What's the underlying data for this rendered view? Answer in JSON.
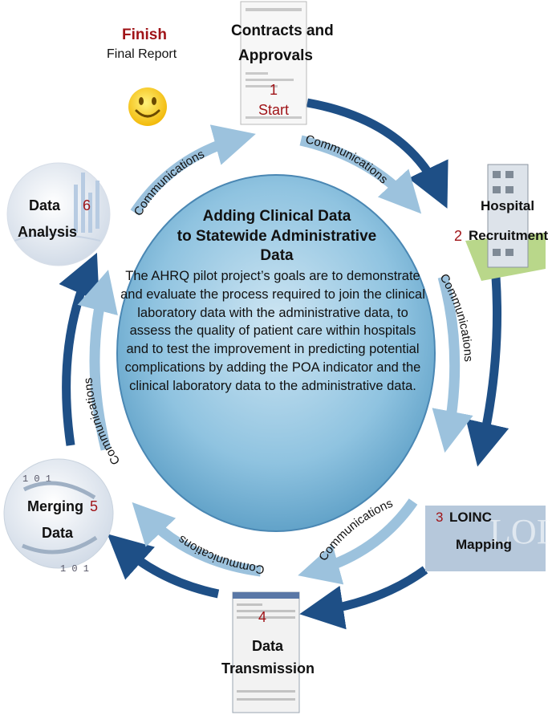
{
  "center": {
    "title_line1": "Adding Clinical Data",
    "title_line2": "to Statewide Administrative Data",
    "body": "The AHRQ pilot project’s goals are to demonstrate and evaluate the process required to join the clinical laboratory data with the administrative data, to assess the quality of patient care within hospitals and to test the improvement in predicting potential complications by adding the POA indicator and the clinical laboratory data to the administrative data."
  },
  "steps": {
    "finish": {
      "label": "Finish",
      "sub": "Final Report"
    },
    "contracts": {
      "line1": "Contracts and",
      "line2": "Approvals",
      "number": "1",
      "start": "Start"
    },
    "hospital": {
      "line1": "Hospital",
      "number": "2",
      "line2": "Recruitment"
    },
    "loinc": {
      "number": "3",
      "line1": "LOINC",
      "line2": "Mapping",
      "logo": "LOINC®"
    },
    "transmission": {
      "number": "4",
      "line1": "Data",
      "line2": "Transmission"
    },
    "merging": {
      "line1": "Merging",
      "number": "5",
      "line2": "Data"
    },
    "analysis": {
      "line1": "Data",
      "number": "6",
      "line2": "Analysis"
    }
  },
  "communications_label": "Communications",
  "colors": {
    "outer_arrow": "#1e4f86",
    "inner_arrow": "#9cc2dd",
    "center_fill": "#8fc3e0",
    "accent_number": "#a01418"
  }
}
